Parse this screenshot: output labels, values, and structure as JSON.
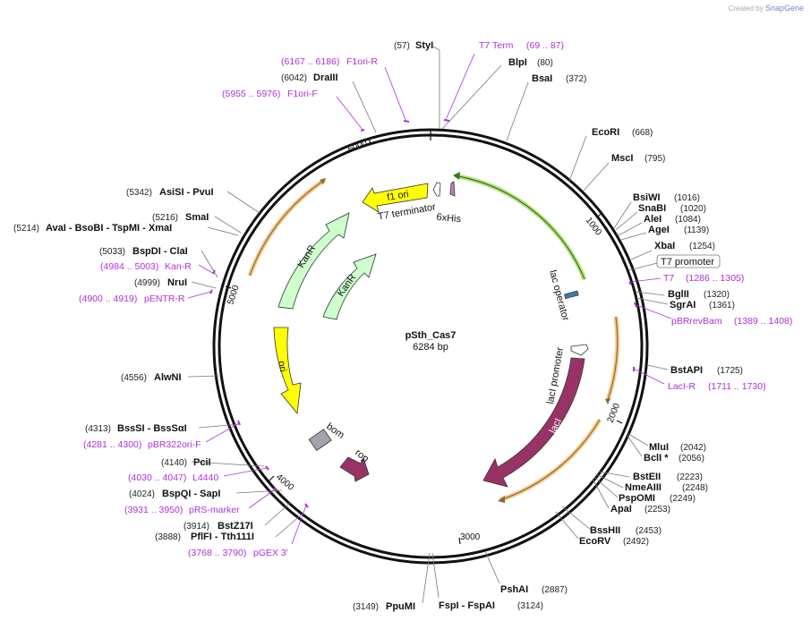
{
  "credit": {
    "prefix": "Created by",
    "brand": "SnapGene"
  },
  "plasmid": {
    "name": "pSth_Cas7",
    "size_label": "6284 bp",
    "length": 6284
  },
  "scale_ticks": [
    "1000",
    "2000",
    "3000",
    "4000",
    "5000",
    "6000"
  ],
  "sites": [
    {
      "pos": "(57)",
      "name": "StyI"
    },
    {
      "pos": "(80)",
      "name": "BlpI"
    },
    {
      "pos": "(372)",
      "name": "BsaI"
    },
    {
      "pos": "(668)",
      "name": "EcoRI"
    },
    {
      "pos": "(795)",
      "name": "MscI"
    },
    {
      "pos": "(1016)",
      "name": "BsiWI"
    },
    {
      "pos": "(1020)",
      "name": "SnaBI"
    },
    {
      "pos": "(1084)",
      "name": "AleI"
    },
    {
      "pos": "(1139)",
      "name": "AgeI"
    },
    {
      "pos": "(1254)",
      "name": "XbaI"
    },
    {
      "pos": "(1320)",
      "name": "BglII"
    },
    {
      "pos": "(1361)",
      "name": "SgrAI"
    },
    {
      "pos": "(1725)",
      "name": "BstAPI"
    },
    {
      "pos": "(2042)",
      "name": "MluI"
    },
    {
      "pos": "(2056)",
      "name": "BclI *"
    },
    {
      "pos": "(2223)",
      "name": "BstEII"
    },
    {
      "pos": "(2248)",
      "name": "NmeAIII"
    },
    {
      "pos": "(2249)",
      "name": "PspOMI"
    },
    {
      "pos": "(2253)",
      "name": "ApaI"
    },
    {
      "pos": "(2453)",
      "name": "BssHII"
    },
    {
      "pos": "(2492)",
      "name": "EcoRV"
    },
    {
      "pos": "(2887)",
      "name": "PshAI"
    },
    {
      "pos": "(3124)",
      "name": "FspI - FspAI"
    },
    {
      "pos": "(3149)",
      "name": "PpuMI"
    },
    {
      "pos": "(3888)",
      "name": "PflFI - Tth111I"
    },
    {
      "pos": "(3914)",
      "name": "BstZ17I"
    },
    {
      "pos": "(4024)",
      "name": "BspQI - SapI"
    },
    {
      "pos": "(4140)",
      "name": "PciI"
    },
    {
      "pos": "(4313)",
      "name": "BssSI - BssSαI"
    },
    {
      "pos": "(4556)",
      "name": "AlwNI"
    },
    {
      "pos": "(4999)",
      "name": "NruI"
    },
    {
      "pos": "(5033)",
      "name": "BspDI - ClaI"
    },
    {
      "pos": "(5214)",
      "name": "AvaI - BsoBI - TspMI - XmaI"
    },
    {
      "pos": "(5216)",
      "name": "SmaI"
    },
    {
      "pos": "(5342)",
      "name": "AsiSI - PvuI"
    },
    {
      "pos": "(6042)",
      "name": "DraIII"
    }
  ],
  "primers": [
    {
      "name": "T7 Term",
      "range": "(69 .. 87)"
    },
    {
      "name": "F1ori-R",
      "range": "(6167 .. 6186)"
    },
    {
      "name": "F1ori-F",
      "range": "(5955 .. 5976)"
    },
    {
      "name": "T7",
      "range": "(1286 .. 1305)"
    },
    {
      "name": "pBRrevBam",
      "range": "(1389 .. 1408)"
    },
    {
      "name": "LacI-R",
      "range": "(1711 .. 1730)"
    },
    {
      "name": "Kan-R",
      "range": "(4984 .. 5003)"
    },
    {
      "name": "pENTR-R",
      "range": "(4900 .. 4919)"
    },
    {
      "name": "pBR322ori-F",
      "range": "(4281 .. 4300)"
    },
    {
      "name": "L4440",
      "range": "(4030 .. 4047)"
    },
    {
      "name": "pRS-marker",
      "range": "(3931 .. 3950)"
    },
    {
      "name": "pGEX 3'",
      "range": "(3768 .. 3790)"
    }
  ],
  "boxed_label": "T7 promoter",
  "features": [
    {
      "name": "f1 ori",
      "color": "#ffff00"
    },
    {
      "name": "T7 terminator"
    },
    {
      "name": "6xHis"
    },
    {
      "name": "lac operator"
    },
    {
      "name": "lacI promoter"
    },
    {
      "name": "lacI",
      "color": "#993366"
    },
    {
      "name": "rop",
      "color": "#993366"
    },
    {
      "name": "bom",
      "color": "#a0a4aa"
    },
    {
      "name": "ori",
      "color": "#ffff00"
    },
    {
      "name": "KanR",
      "color": "#ccffcc"
    },
    {
      "name": "KanR",
      "color": "#ccffcc"
    }
  ]
}
